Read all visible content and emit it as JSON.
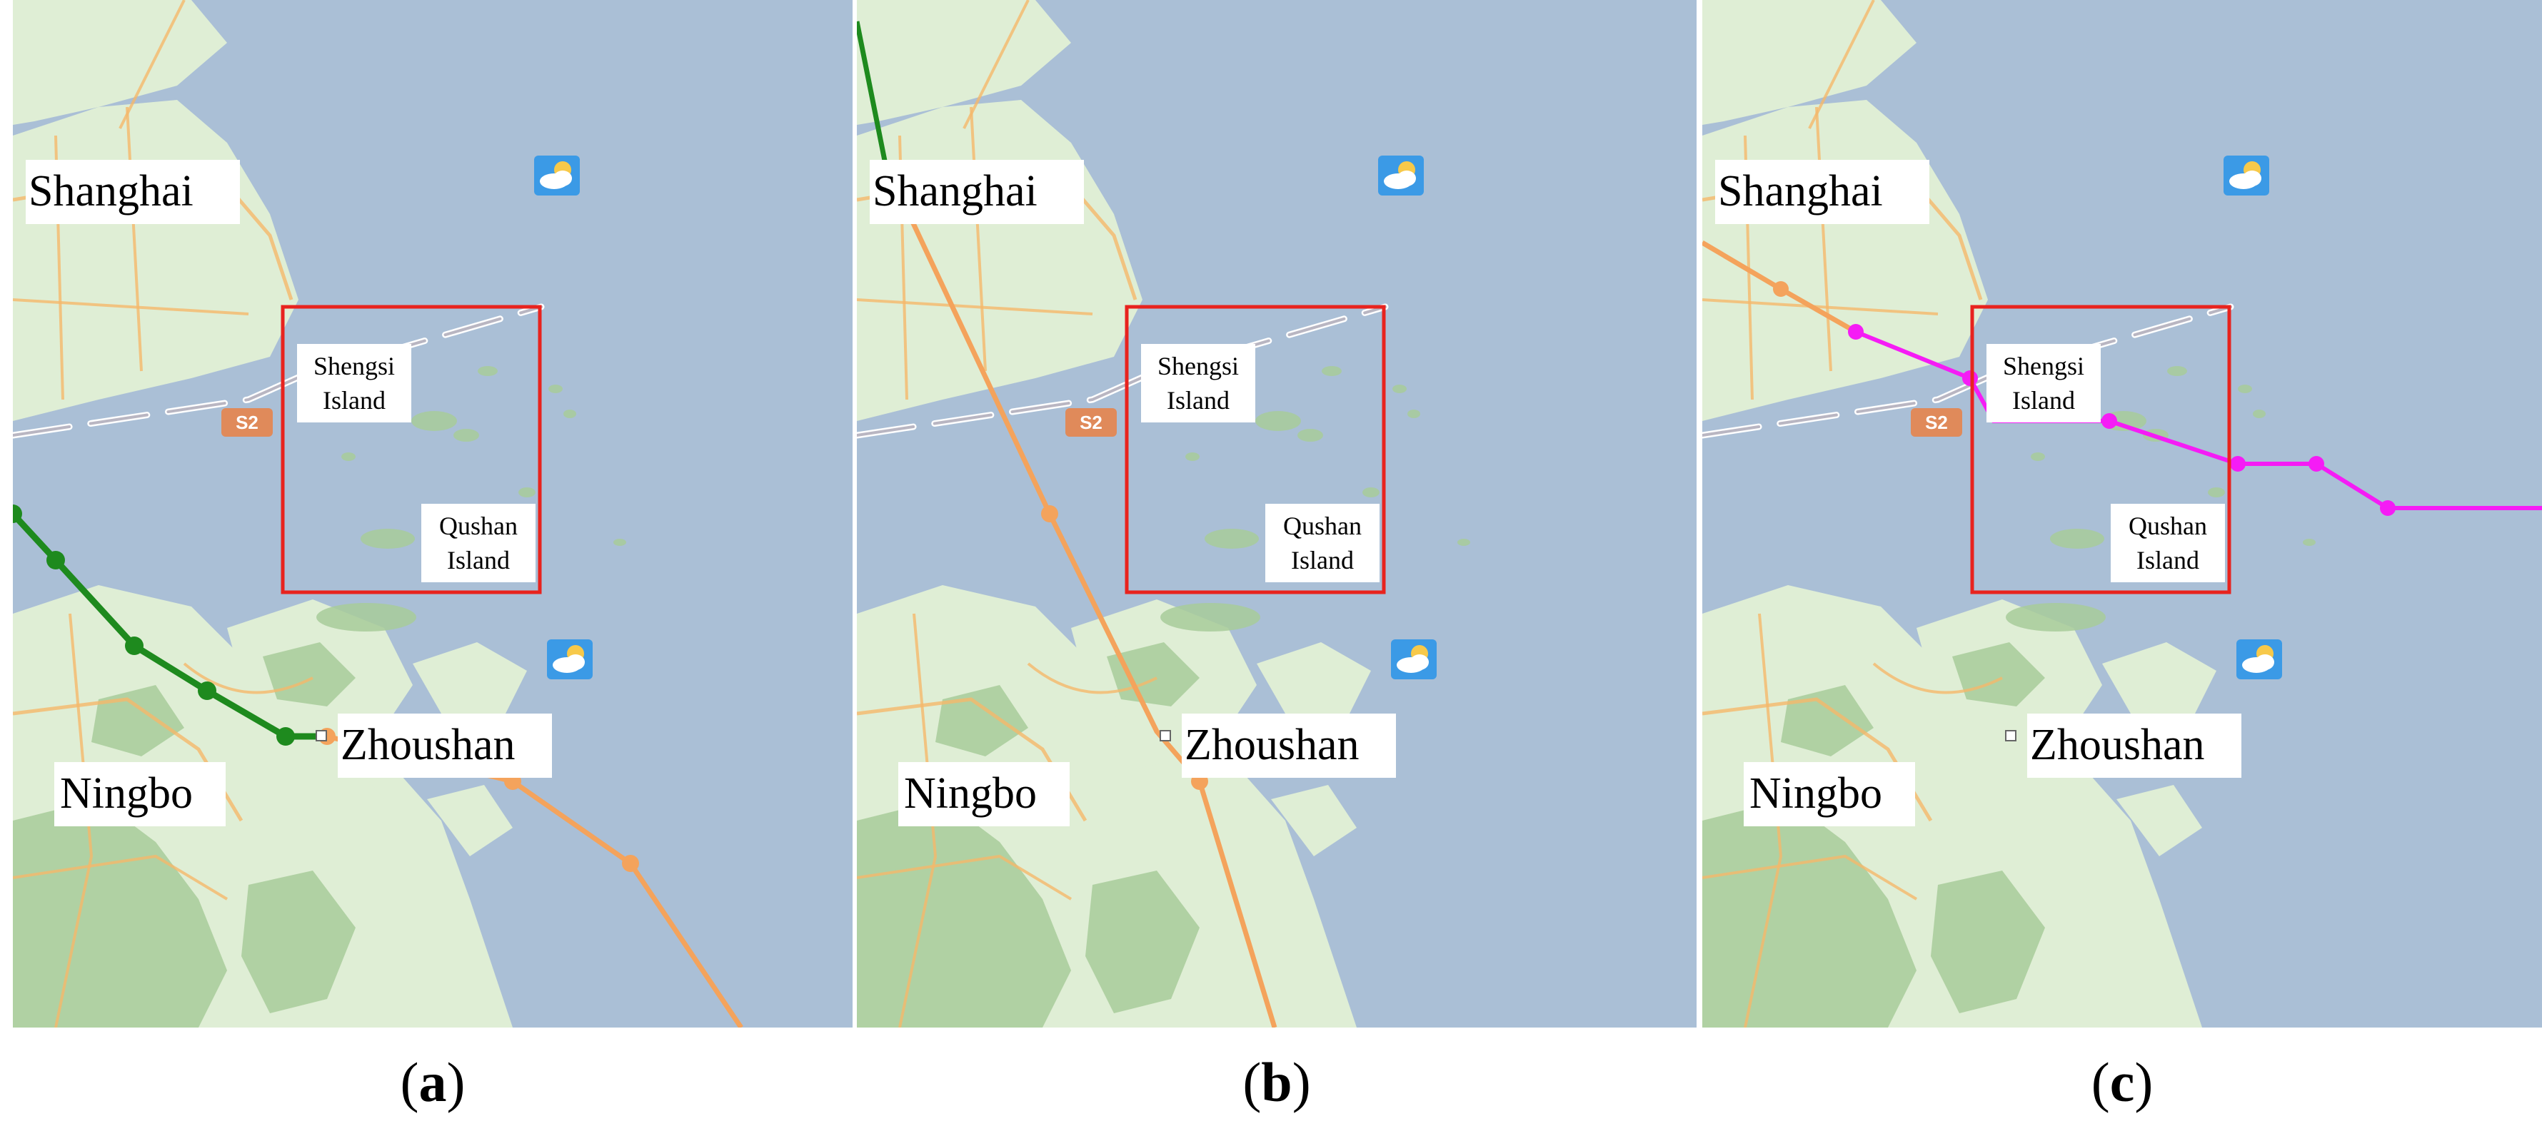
{
  "panels": [
    {
      "id": "a",
      "caption_letter": "a",
      "track_styles": [
        "green",
        "orange"
      ]
    },
    {
      "id": "b",
      "caption_letter": "b",
      "track_styles": [
        "green",
        "orange"
      ]
    },
    {
      "id": "c",
      "caption_letter": "c",
      "track_styles": [
        "orange",
        "magenta"
      ]
    }
  ],
  "labels": {
    "shanghai": "Shanghai",
    "ningbo": "Ningbo",
    "zhoushan": "Zhoushan",
    "shengsi_line1": "Shengsi",
    "shengsi_line2": "Island",
    "qushan_line1": "Qushan",
    "qushan_line2": "Island",
    "road_shield": "S2"
  },
  "colors": {
    "sea": "#aabfd6",
    "land": "#dfeed5",
    "forest": "#a8cb9a",
    "road": "#f5b86a",
    "highlight_box": "#e8231e",
    "track_green": "#1e8a1e",
    "track_orange": "#f4a35c",
    "track_magenta": "#f51cf5",
    "road_shield": "#e08a5a",
    "weather_icon_bg": "#3b9ae6"
  },
  "icons": [
    "weather-partly-cloudy-icon",
    "weather-partly-cloudy-icon"
  ]
}
